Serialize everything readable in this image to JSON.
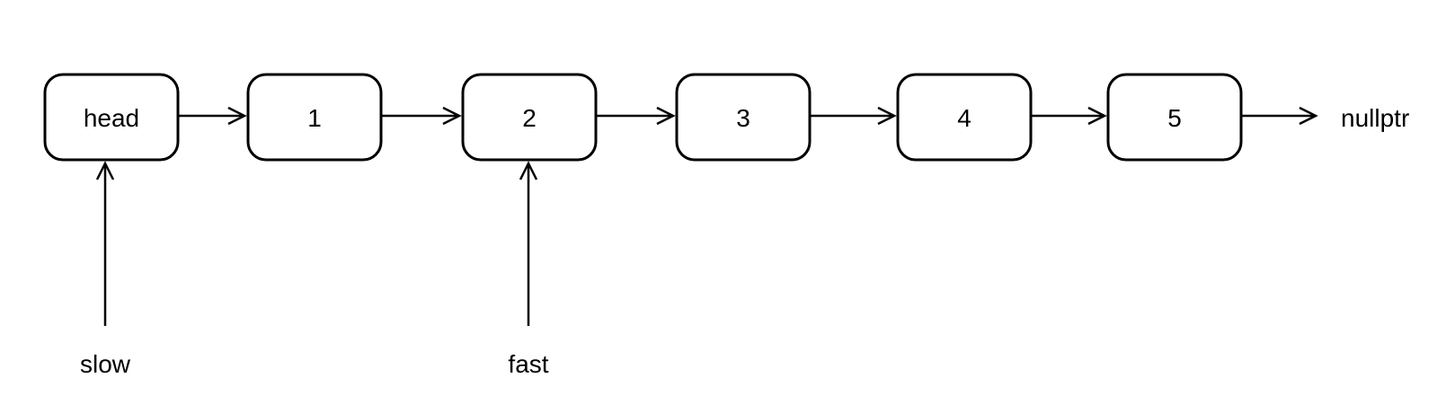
{
  "diagram": {
    "type": "linked-list-with-two-pointers",
    "background_color": "#ffffff",
    "line_color": "#000000",
    "text_color": "#000000",
    "nodes": [
      {
        "label": "head"
      },
      {
        "label": "1"
      },
      {
        "label": "2"
      },
      {
        "label": "3"
      },
      {
        "label": "4"
      },
      {
        "label": "5"
      }
    ],
    "terminal_label": "nullptr",
    "pointers": [
      {
        "label": "slow",
        "points_to": "head"
      },
      {
        "label": "fast",
        "points_to": "2"
      }
    ]
  }
}
